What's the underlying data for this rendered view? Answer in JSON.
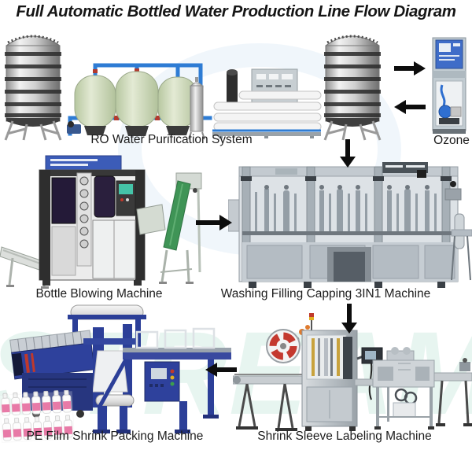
{
  "title": {
    "text": "Full Automatic Bottled Water Production Line Flow Diagram",
    "color": "#151515"
  },
  "watermark": {
    "text": "STREAM",
    "color": "#92d0b9"
  },
  "labels": {
    "ro": "RO Water Purification System",
    "ozone": "Ozone",
    "blowing": "Bottle Blowing Machine",
    "filling": "Washing Filling Capping 3IN1 Machine",
    "packing": "PE Film Shrink Packing Machine",
    "labeling": "Shrink Sleeve Labeling Machine"
  },
  "arrows": [
    {
      "name": "tank-to-ozone",
      "direction": "right"
    },
    {
      "name": "ozone-to-tank",
      "direction": "left"
    },
    {
      "name": "tank-to-filling",
      "direction": "down"
    },
    {
      "name": "blowing-to-filling",
      "direction": "right"
    },
    {
      "name": "filling-to-labeling",
      "direction": "down"
    },
    {
      "name": "labeling-to-packing",
      "direction": "left"
    }
  ],
  "colors": {
    "pipe_blue": "#2e7cd4",
    "frp_tank_green": "#ccd9b6",
    "machine_navy": "#2c3f98",
    "steel_light": "#d8dcdf",
    "steel_dark": "#8a9298",
    "bottle_label_pink": "#e2558e",
    "reel_red": "#c4392f",
    "belt_green": "#3f9456",
    "arrow_black": "#0d0d0d",
    "label_text": "#1c1c1c"
  }
}
